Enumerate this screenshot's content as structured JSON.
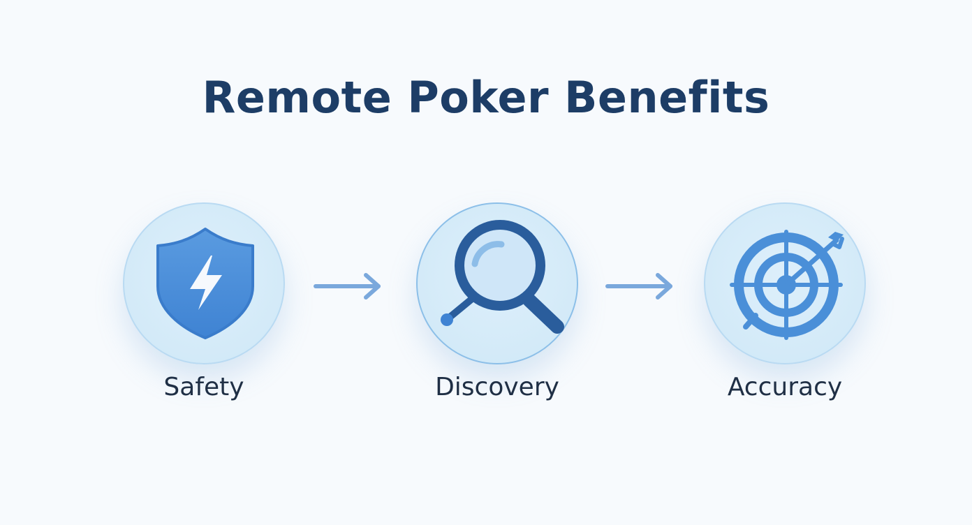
{
  "title": "Remote Poker Benefits",
  "steps": [
    {
      "label": "Safety",
      "icon": "shield-lightning-icon"
    },
    {
      "label": "Discovery",
      "icon": "magnifying-glass-icon"
    },
    {
      "label": "Accuracy",
      "icon": "target-arrow-icon"
    }
  ],
  "colors": {
    "title": "#1d3d66",
    "label": "#1f2f45",
    "circle_fill": "#d3eaf8",
    "icon_primary": "#4a8fd8",
    "icon_dark": "#2a5d9c",
    "arrow": "#7aa8dc"
  }
}
